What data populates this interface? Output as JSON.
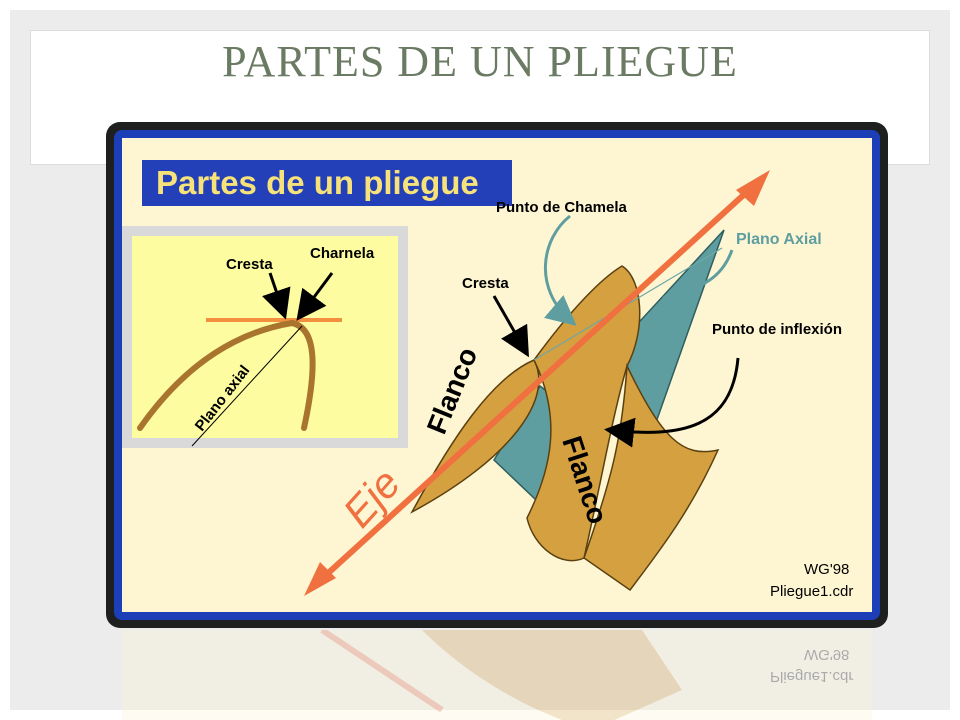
{
  "slide": {
    "title": "PARTES DE UN PLIEGUE"
  },
  "figure": {
    "panel_title": "Partes de un pliegue",
    "inset": {
      "cresta": "Cresta",
      "charnela": "Charnela",
      "plano_axial": "Plano axial"
    },
    "main": {
      "punto_charnela": "Punto de Chamela",
      "plano_axial": "Plano Axial",
      "cresta": "Cresta",
      "punto_inflexion": "Punto de inflexión",
      "flanco_left": "Flanco",
      "flanco_right": "Flanco",
      "eje": "Eje",
      "credit_1": "WG'98",
      "credit_2": "Pliegue1.cdr"
    }
  },
  "reflection": {
    "credit_1": "WG'98",
    "credit_2": "Pliegue1.cdr"
  },
  "colors": {
    "slide_title": "#6b7b63",
    "frame_blue": "#1c3fb8",
    "canvas": "#fef6d2",
    "fold_orange": "#d4a040",
    "plane_teal": "#5f9ea0",
    "axis_arrow": "#f07040",
    "title_text": "#f7e27a"
  }
}
